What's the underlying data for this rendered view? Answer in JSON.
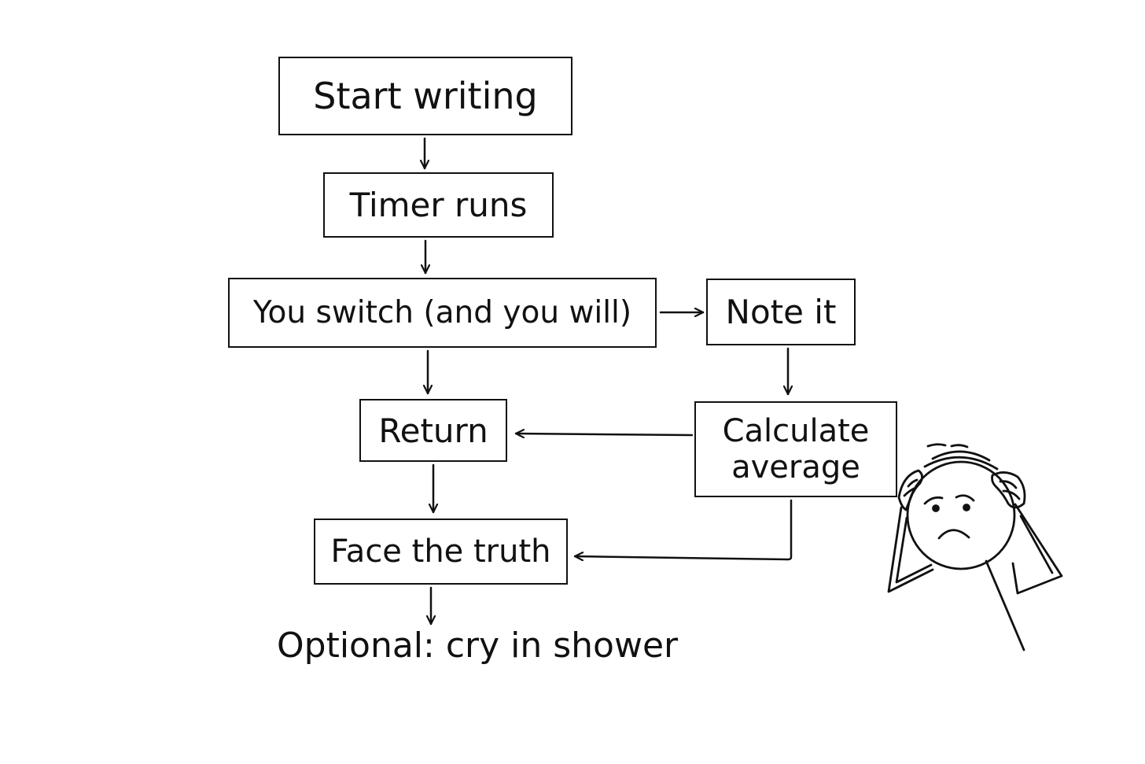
{
  "nodes": {
    "start": "Start writing",
    "timer": "Timer runs",
    "switch": "You switch (and you will)",
    "note": "Note it",
    "return": "Return",
    "calculate_line1": "Calculate",
    "calculate_line2": "average",
    "face": "Face the truth"
  },
  "footer_note": "Optional: cry in shower",
  "edges": [
    {
      "from": "start",
      "to": "timer"
    },
    {
      "from": "timer",
      "to": "switch"
    },
    {
      "from": "switch",
      "to": "note"
    },
    {
      "from": "switch",
      "to": "return"
    },
    {
      "from": "note",
      "to": "calculate"
    },
    {
      "from": "calculate",
      "to": "return"
    },
    {
      "from": "return",
      "to": "face"
    },
    {
      "from": "calculate",
      "to": "face"
    },
    {
      "from": "face",
      "to": "footer_note"
    }
  ],
  "illustration": "worried-stick-figure",
  "colors": {
    "ink": "#111111",
    "background": "#ffffff"
  }
}
